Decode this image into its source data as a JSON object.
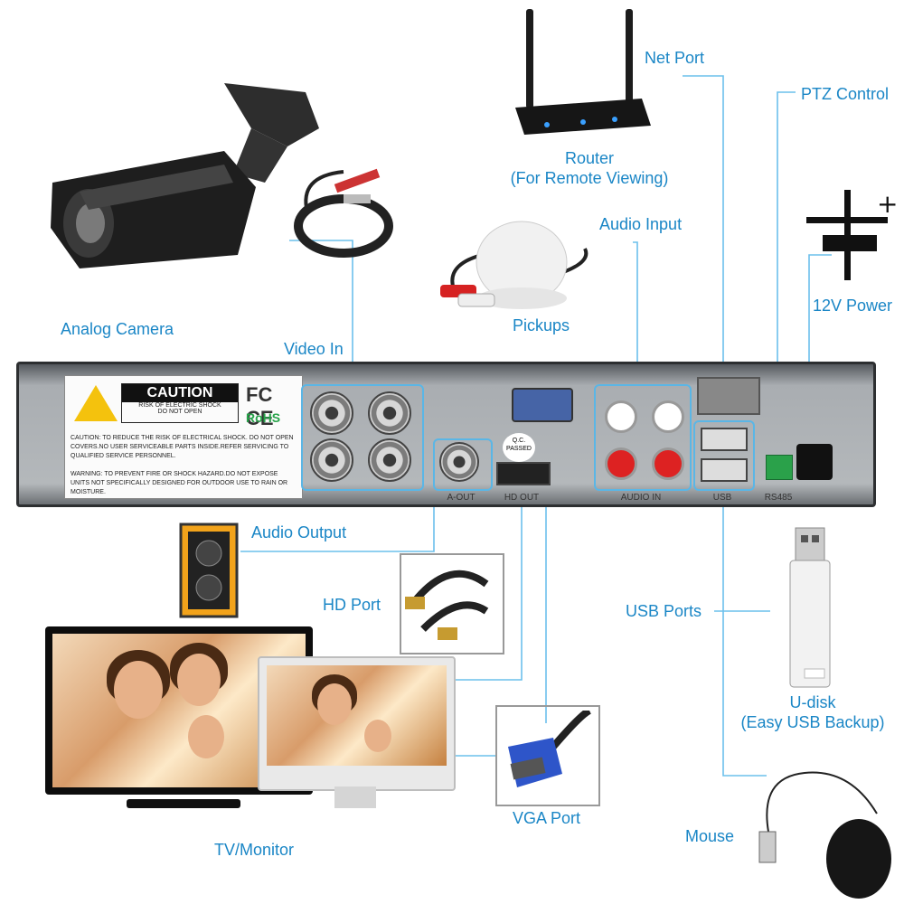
{
  "labels": {
    "analog_camera": "Analog Camera",
    "video_in": "Video In",
    "net_port": "Net Port",
    "router": "Router",
    "router_sub": "(For Remote Viewing)",
    "ptz_control": "PTZ Control",
    "audio_input": "Audio Input",
    "pickups": "Pickups",
    "power": "12V Power",
    "audio_output": "Audio Output",
    "hd_port": "HD Port",
    "usb_ports": "USB Ports",
    "u_disk": "U-disk",
    "u_disk_sub": "(Easy USB Backup)",
    "vga_port": "VGA Port",
    "tv_monitor": "TV/Monitor",
    "mouse": "Mouse"
  },
  "dvr_panel": {
    "caution_title": "CAUTION",
    "caution_line1": "RISK OF ELECTRIC SHOCK",
    "caution_line2": "DO NOT OPEN",
    "fcc_mark": "FC CE",
    "rohs_mark": "RoHS",
    "caution_text": "CAUTION: TO REDUCE THE RISK OF ELECTRICAL SHOCK. DO NOT OPEN COVERS.NO USER SERVICEABLE PARTS INSIDE.REFER SERVICING TO QUALIFIED SERVICE PERSONNEL.",
    "warning_text": "WARNING: TO PREVENT FIRE OR SHOCK HAZARD.DO NOT EXPOSE UNITS NOT SPECIFICALLY DESIGNED FOR OUTDOOR USE TO RAIN OR MOISTURE.",
    "port_a_out": "A-OUT",
    "port_hd_out": "HD OUT",
    "port_audio_in": "AUDIO IN",
    "port_usb": "USB",
    "port_rs485": "RS485",
    "qc_line1": "Q.C.",
    "qc_line2": "PASSED"
  },
  "colors": {
    "label": "#1a86c6",
    "wire": "#6cc0ec",
    "dvr_body": "#b4b8bb"
  }
}
